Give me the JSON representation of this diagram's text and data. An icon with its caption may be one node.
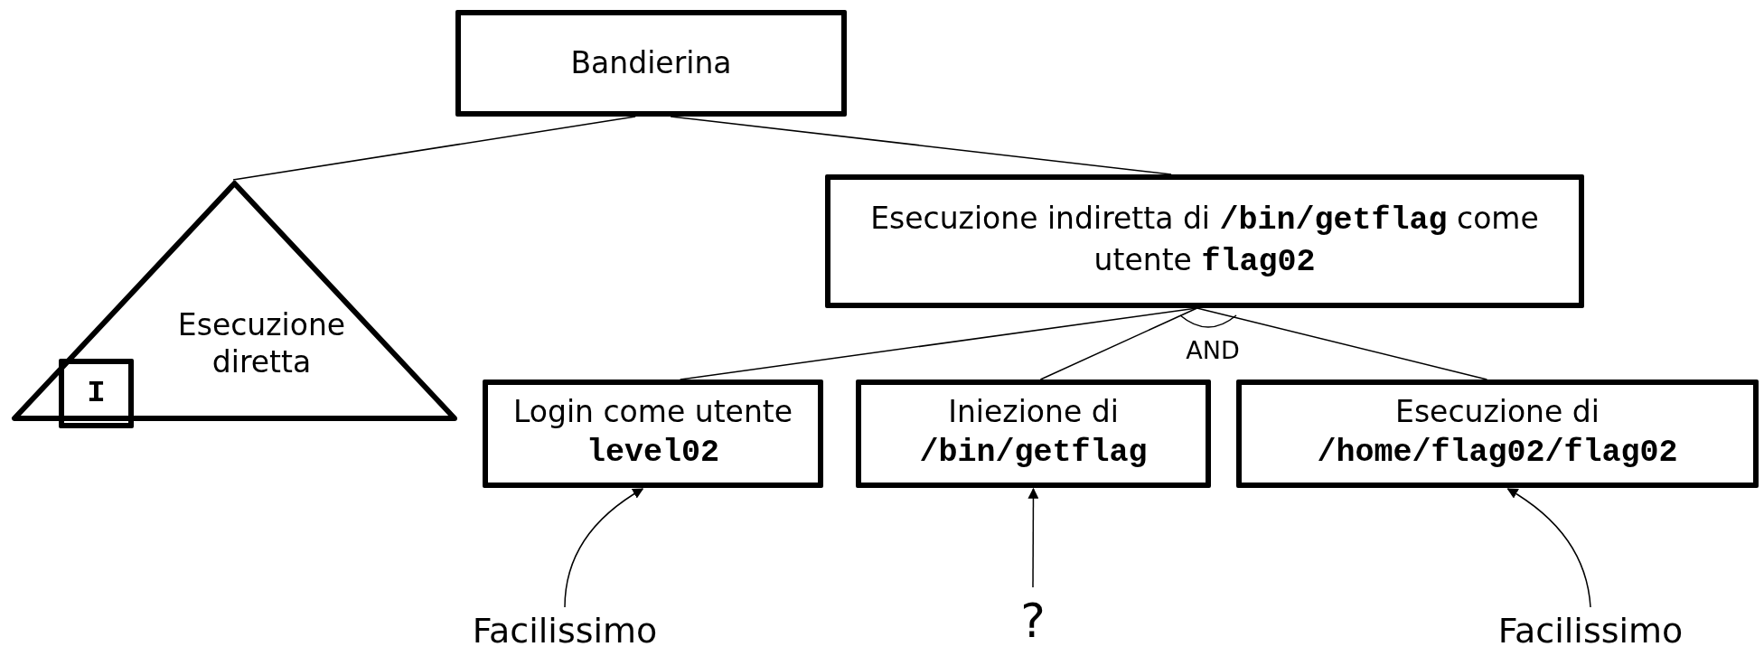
{
  "diagram": {
    "nodes": [
      {
        "text": [
          "Bandierina"
        ]
      },
      {
        "text": [
          "Esecuzione diretta"
        ]
      },
      {
        "text": [
          "I"
        ]
      },
      {
        "text": [
          "Esecuzione indiretta di **/bin/getflag** come utente **flag02**"
        ]
      },
      {
        "text": [
          "Login come utente **level02**"
        ]
      },
      {
        "text": [
          "Iniezione di **/bin/getflag**"
        ]
      },
      {
        "text": [
          "Esecuzione di **/home/flag02/flag02**"
        ]
      },
      {
        "text": [
          "Facilissimo"
        ]
      },
      {
        "text": [
          "?"
        ]
      },
      {
        "text": [
          "Facilissimo"
        ]
      }
    ],
    "edges": [
      {
        "from": 0,
        "to": 1,
        "arrow": "none"
      },
      {
        "from": 0,
        "to": 3,
        "arrow": "none"
      },
      {
        "from": 3,
        "to": 4,
        "arrow": "none"
      },
      {
        "from": 3,
        "to": 5,
        "arrow": "none"
      },
      {
        "from": 3,
        "to": 6,
        "arrow": "none"
      },
      {
        "from": 7,
        "to": 4,
        "arrow": "to"
      },
      {
        "from": 8,
        "to": 5,
        "arrow": "to"
      },
      {
        "from": 9,
        "to": 6,
        "arrow": "to"
      }
    ],
    "labels": [
      "AND"
    ]
  }
}
